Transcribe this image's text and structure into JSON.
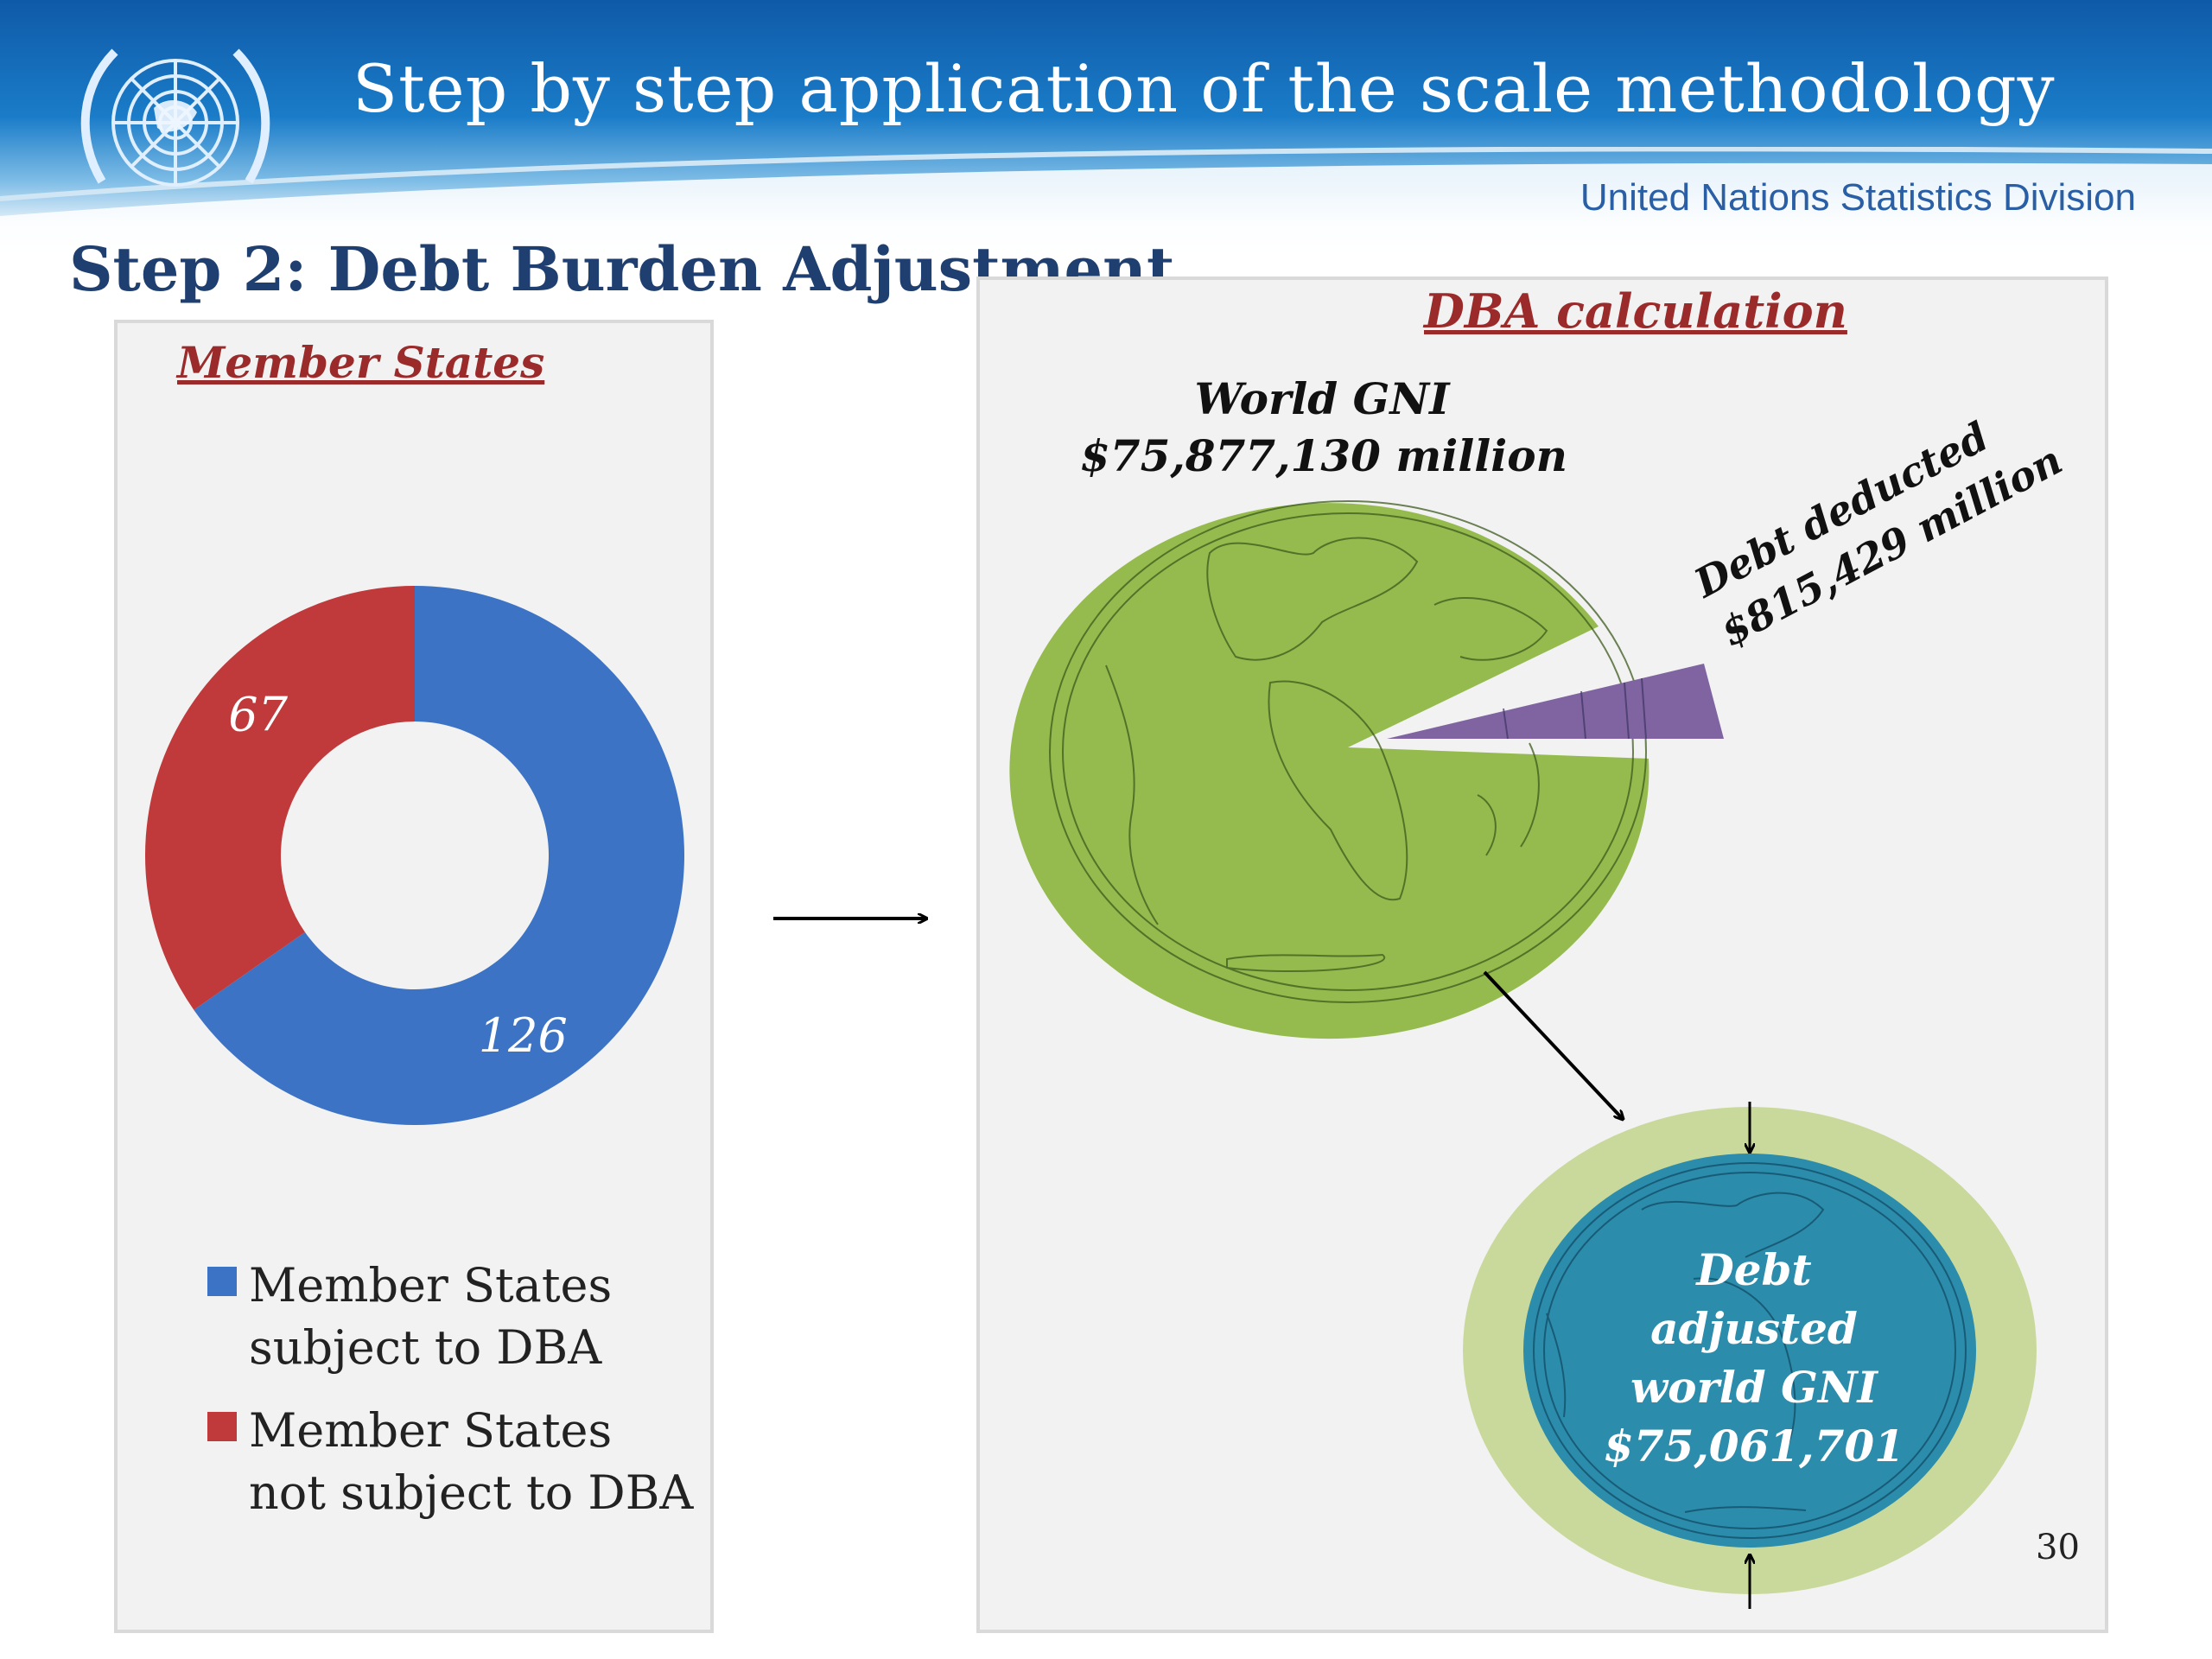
{
  "header": {
    "title": "Step by step application of the scale methodology",
    "division": "United Nations Statistics Division",
    "logo_icon": "un-emblem-icon"
  },
  "step_title": "Step 2: Debt Burden Adjustment",
  "left_panel": {
    "heading": "Member States",
    "legend": [
      {
        "label": "Member States subject to DBA",
        "color": "#3d73c4"
      },
      {
        "label": "Member States not subject to DBA",
        "color": "#c0393b"
      }
    ]
  },
  "right_panel": {
    "heading": "DBA calculation",
    "world_gni_label": "World GNI",
    "world_gni_value": "$75,877,130 million",
    "debt_line1": "Debt deducted",
    "debt_line2": "$815,429 million",
    "adjusted_line1": "Debt",
    "adjusted_line2": "adjusted",
    "adjusted_line3": "world GNI",
    "adjusted_line4": "$75,061,701"
  },
  "page_number": "30",
  "chart_data": {
    "type": "pie",
    "categories": [
      "Member States subject to DBA",
      "Member States not subject to DBA"
    ],
    "values": [
      126,
      67
    ],
    "data_labels": [
      "126",
      "67"
    ],
    "colors": [
      "#3d73c4",
      "#c0393b"
    ],
    "donut": true,
    "legend": "bottom"
  }
}
